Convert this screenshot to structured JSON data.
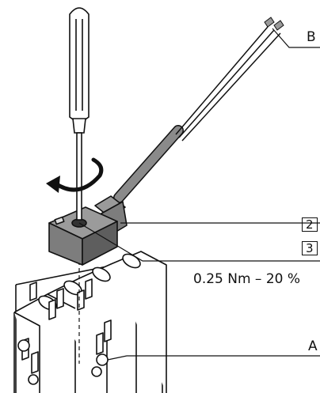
{
  "callouts": {
    "b": "B",
    "two": "2",
    "three": "3",
    "torque": "0.25 Nm – 20 %",
    "a": "A"
  },
  "colors": {
    "line": "#111111",
    "connector_body": "#7d7d7d",
    "connector_dark": "#5e5e5e",
    "cable": "#8a8a8a",
    "background": "#ffffff"
  },
  "icons": [
    "screwdriver-icon",
    "rotation-arrow-icon",
    "connector-icon",
    "valve-block-icon"
  ]
}
